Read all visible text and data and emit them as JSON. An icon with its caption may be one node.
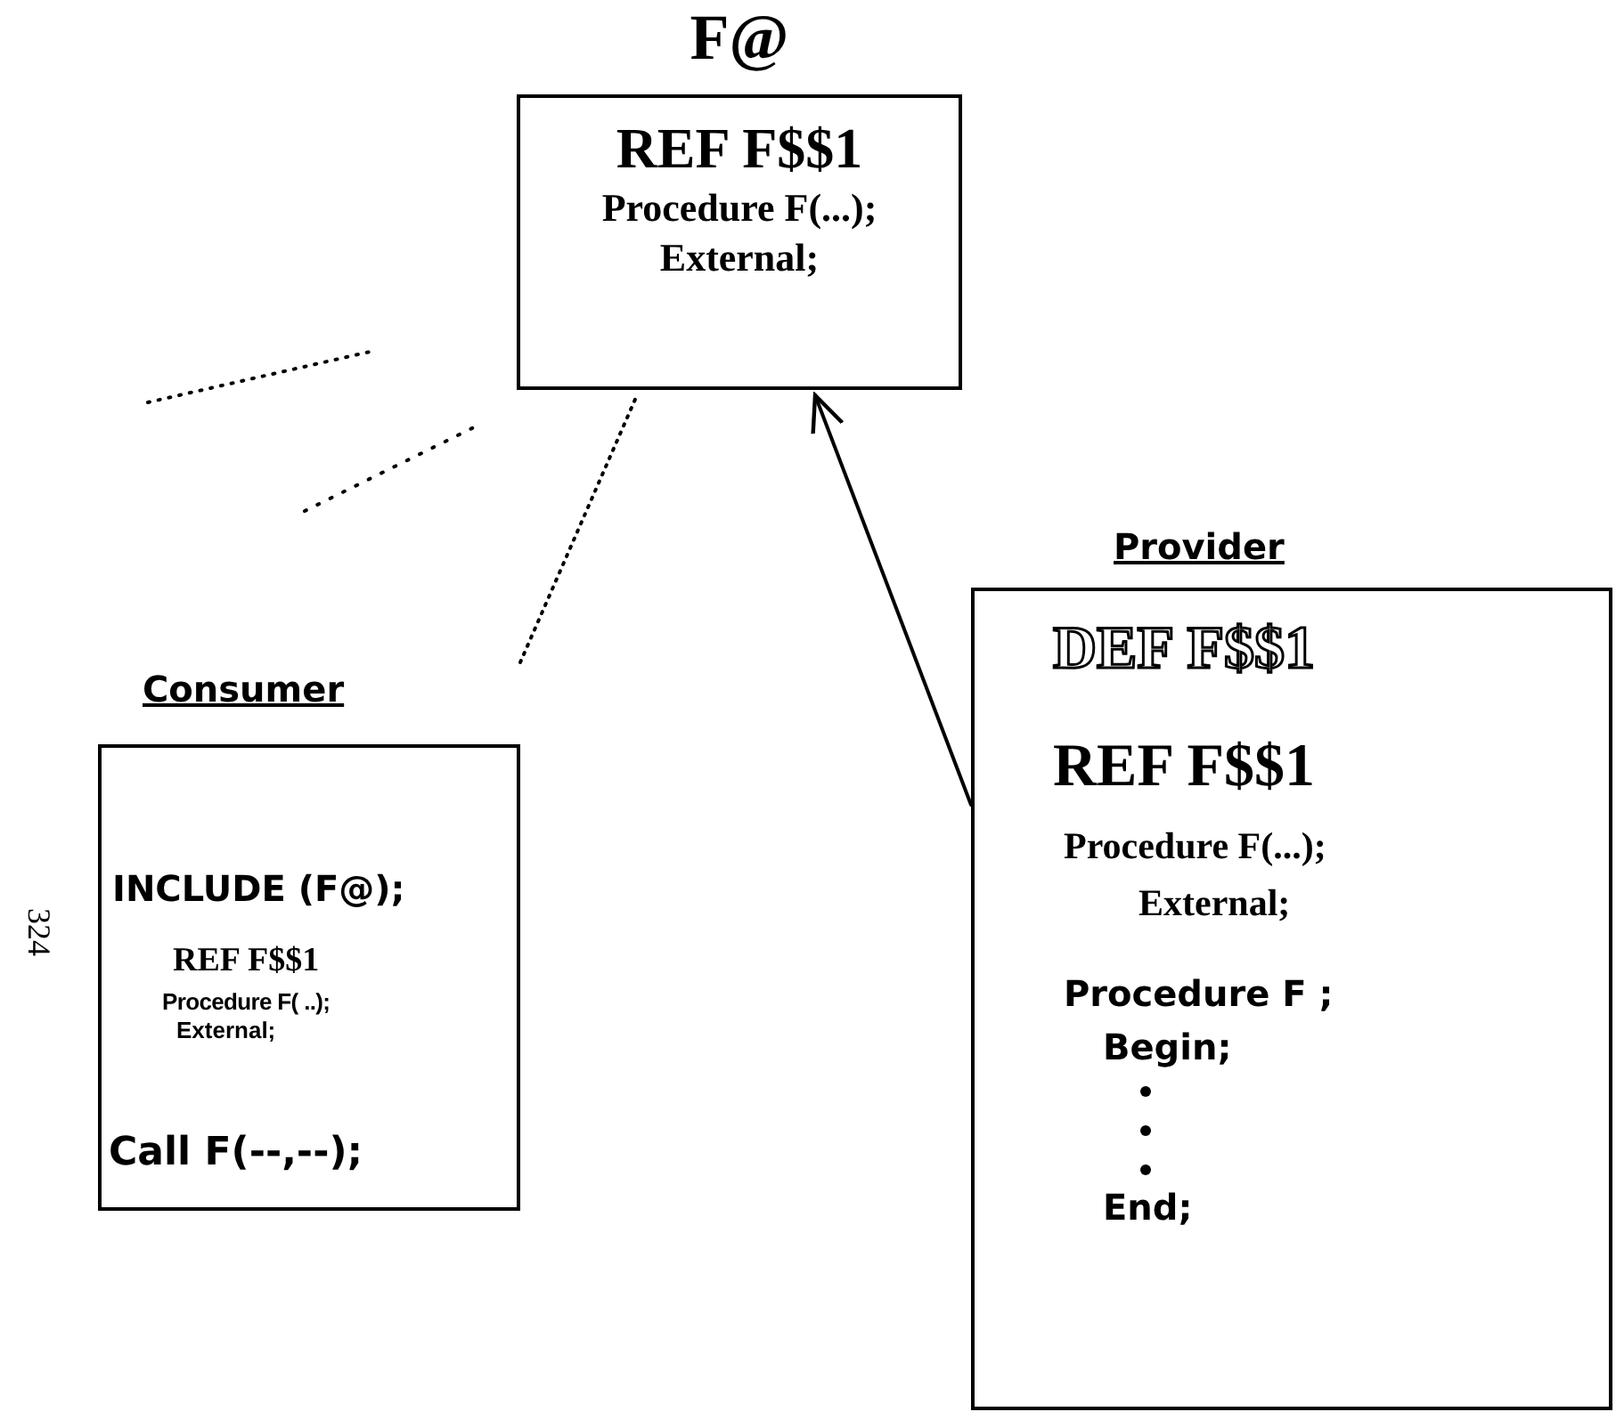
{
  "diagram": {
    "nodes": [
      {
        "text": [
          "F@",
          "REF F$$1",
          "Procedure F(...);",
          "External;"
        ]
      },
      {
        "text": [
          "Consumer",
          "INCLUDE (F@);",
          "REF F$$1",
          "Procedure F( ..);",
          "External;",
          "Call F(--,--);"
        ]
      },
      {
        "text": [
          "Provider",
          "DEF F$$1",
          "REF F$$1",
          "Procedure F(...);",
          "External;",
          "Procedure F ;",
          "Begin;",
          "End;"
        ]
      }
    ],
    "edges": [
      {
        "from": 2,
        "to": 0,
        "arrow": "to"
      },
      {
        "from": 1,
        "to": 0,
        "arrow": "none",
        "style": "dashed"
      }
    ],
    "labels": [
      "324"
    ]
  }
}
